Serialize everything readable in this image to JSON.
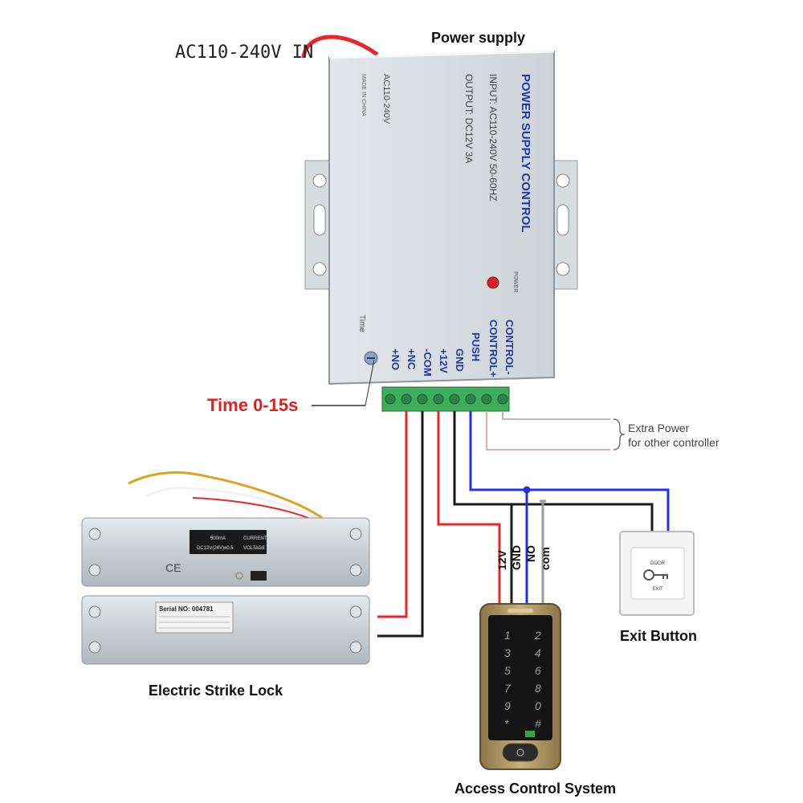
{
  "labels": {
    "ac_input": "AC110-240V IN",
    "power_supply": "Power supply",
    "time_range": "Time 0-15s",
    "extra_power_line1": "Extra Power",
    "extra_power_line2": "for other controller",
    "strike_lock": "Electric Strike Lock",
    "exit_button": "Exit Button",
    "access_control": "Access Control System"
  },
  "psu": {
    "title": "POWER SUPPLY CONTROL",
    "input_spec": "INPUT: AC110-240V 50-60HZ",
    "output_spec": "OUTPUT: DC12V 3A",
    "side_voltage": "AC110-240V",
    "made_in": "MADE IN CHINA",
    "power_led_label": "POWER",
    "time_label": "Time",
    "terminals": [
      "+NO",
      "+NC",
      "-COM",
      "+12V",
      "GND",
      "PUSH",
      "CONTROL+",
      "CONTROL-"
    ]
  },
  "keypad": {
    "wires": [
      "12V",
      "GND",
      "NO",
      "com"
    ],
    "keys": [
      "1",
      "2",
      "3",
      "4",
      "5",
      "6",
      "7",
      "8",
      "9",
      "0",
      "*",
      "#"
    ]
  },
  "exit_button": {
    "text_top": "DOOR",
    "text_bottom": "EXIT"
  },
  "lock": {
    "serial": "Serial NO: 004781",
    "label_current": "CURRENT",
    "label_voltage": "VOLTAGE",
    "value_current": "500mA",
    "value_voltage": "DC12V(24V)±0.5",
    "ce_mark": "CE"
  },
  "colors": {
    "red_wire": "#e8262a",
    "black_wire": "#1a1a1a",
    "blue_wire": "#2233dd",
    "grey_wire": "#9a9a9a",
    "terminal_green": "#3fae5a",
    "label_blue": "#1f3aa6",
    "time_red": "#e02020"
  }
}
